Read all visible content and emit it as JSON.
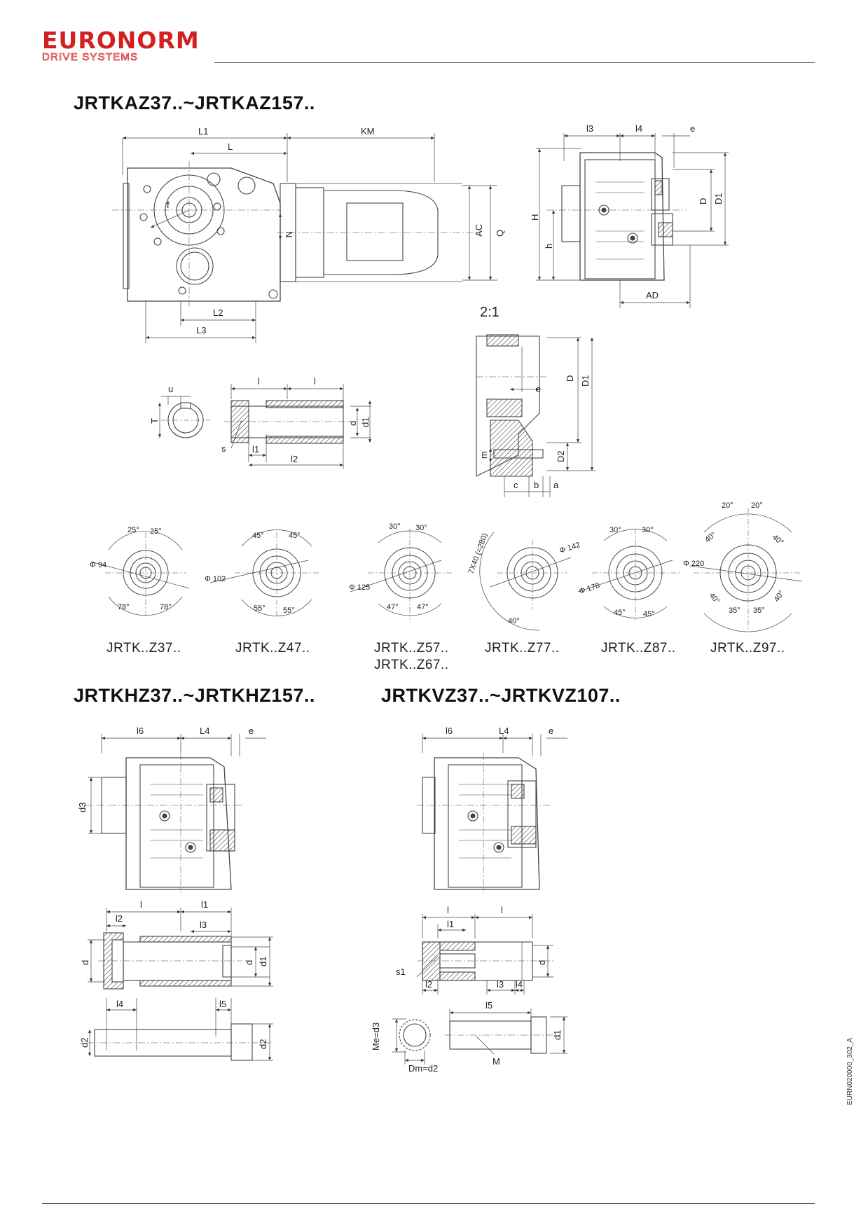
{
  "brand": {
    "name": "EURONORM",
    "tagline": "DRIVE SYSTEMS",
    "color": "#d32020"
  },
  "document_code": "EURN020000_302_A",
  "sections": {
    "top_title": "JRTKAZ37..~JRTKAZ157..",
    "hz_title": "JRTKHZ37..~JRTKHZ157..",
    "vz_title": "JRTKVZ37..~JRTKVZ107.."
  },
  "main_drawing": {
    "labels": {
      "L1": "L1",
      "L": "L",
      "KM": "KM",
      "L2": "L2",
      "L3": "L3",
      "f": "f",
      "N": "N",
      "AC": "AC",
      "Q": "Q"
    }
  },
  "side_view": {
    "labels": {
      "l3": "l3",
      "l4": "l4",
      "e": "e",
      "H": "H",
      "h": "h",
      "D": "D",
      "D1": "D1",
      "AD": "AD"
    }
  },
  "detail_view": {
    "scale": "2:1",
    "labels": {
      "D": "D",
      "D1": "D1",
      "e": "e",
      "m": "m",
      "D2": "D2",
      "c": "c",
      "b": "b",
      "a": "a"
    }
  },
  "shaft_detail": {
    "labels": {
      "u": "u",
      "T": "T",
      "l": "l",
      "d": "d",
      "d1": "d1",
      "s": "s",
      "l1": "l1",
      "l2": "l2"
    }
  },
  "flanges": [
    {
      "model": "JRTK..Z37..",
      "diameter": "Φ 94",
      "angles": [
        "25°",
        "25°",
        "78°",
        "78°"
      ]
    },
    {
      "model": "JRTK..Z47..",
      "diameter": "Φ 102",
      "angles": [
        "45°",
        "45°",
        "55°",
        "55°"
      ]
    },
    {
      "model": "JRTK..Z57..",
      "model2": "JRTK..Z67..",
      "diameter": "Φ 125",
      "angles": [
        "30°",
        "30°",
        "47°",
        "47°"
      ]
    },
    {
      "model": "JRTK..Z77..",
      "diameter": "Φ 142",
      "angles": [
        "7X40 (=280)",
        "40°"
      ]
    },
    {
      "model": "JRTK..Z87..",
      "diameter": "Φ 178",
      "angles": [
        "30°",
        "30°",
        "45°",
        "45°"
      ]
    },
    {
      "model": "JRTK..Z97..",
      "diameter": "Φ 220",
      "angles": [
        "20°",
        "20°",
        "40°",
        "40°",
        "40°",
        "40°",
        "35°",
        "35°"
      ]
    }
  ],
  "hz_drawing": {
    "labels": {
      "l6": "l6",
      "L4": "L4",
      "e": "e",
      "d3": "d3",
      "l": "l",
      "l1": "l1",
      "l2": "l2",
      "l3": "l3",
      "d": "d",
      "d1": "d1",
      "l4": "l4",
      "l5": "l5",
      "d2": "d2"
    }
  },
  "vz_drawing": {
    "labels": {
      "l6": "l6",
      "L4": "L4",
      "e": "e",
      "l": "l",
      "l1": "l1",
      "l2": "l2",
      "l3": "l3",
      "l4": "l4",
      "s1": "s1",
      "d": "d",
      "l5": "l5",
      "d1": "d1",
      "Me": "Me=d3",
      "Dm": "Dm=d2",
      "M": "M"
    }
  }
}
